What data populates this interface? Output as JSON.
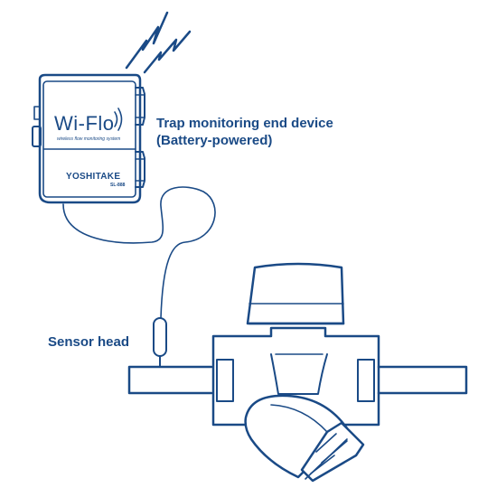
{
  "labels": {
    "device_line1": "Trap monitoring end device",
    "device_line2": "(Battery-powered)",
    "sensor_head": "Sensor head"
  },
  "device": {
    "brand": "Wi-Flo",
    "tagline": "wireless flow monitoring system",
    "maker": "YOSHITAKE",
    "model": "SL-888"
  },
  "colors": {
    "line": "#1a4a86",
    "text": "#1a4a86",
    "background": "#ffffff"
  }
}
